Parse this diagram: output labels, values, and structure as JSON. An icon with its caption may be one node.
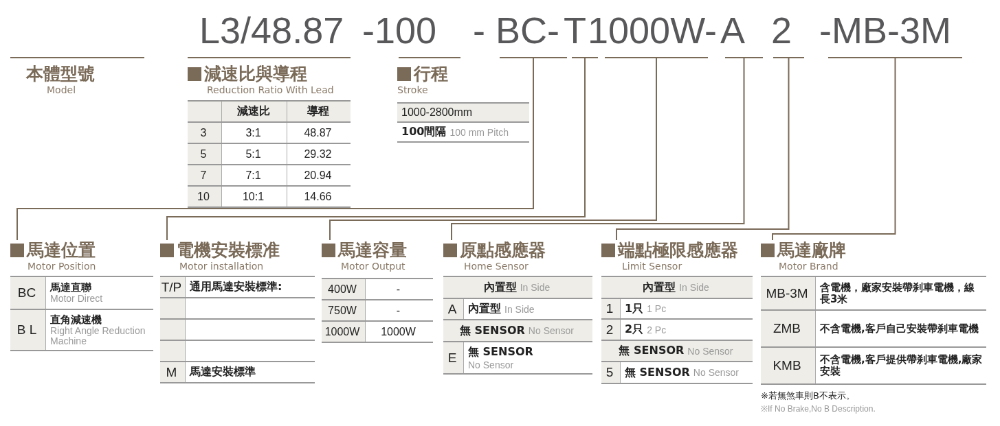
{
  "diagram": {
    "nodes": [
      {
        "text": [
          "L3/48.87"
        ]
      },
      {
        "text": [
          "-100"
        ]
      },
      {
        "text": [
          "- BC-"
        ]
      },
      {
        "text": [
          "T"
        ]
      },
      {
        "text": [
          "1000W-"
        ]
      },
      {
        "text": [
          "A"
        ]
      },
      {
        "text": [
          "2"
        ]
      },
      {
        "text": [
          "-MB-3M"
        ]
      },
      {
        "text": [
          "本體型號",
          "Model"
        ]
      },
      {
        "text": [
          "減速比與導程",
          "Reduction Ratio With Lead"
        ]
      },
      {
        "text": [
          "行程",
          "Stroke"
        ]
      },
      {
        "text": [
          "馬達位置",
          "Motor Position"
        ]
      },
      {
        "text": [
          "電機安裝標准",
          "Motor installation"
        ]
      },
      {
        "text": [
          "馬達容量",
          "Motor Output"
        ]
      },
      {
        "text": [
          "原點感應器",
          "Home Sensor"
        ]
      },
      {
        "text": [
          "端點極限感應器",
          "Limit Sensor"
        ]
      },
      {
        "text": [
          "馬達廠牌",
          "Motor Brand"
        ]
      }
    ],
    "edges": [
      {
        "from": 2,
        "to": 11,
        "arrow": "none"
      },
      {
        "from": 3,
        "to": 12,
        "arrow": "none"
      },
      {
        "from": 4,
        "to": 13,
        "arrow": "none"
      },
      {
        "from": 5,
        "to": 14,
        "arrow": "none"
      },
      {
        "from": 6,
        "to": 15,
        "arrow": "none"
      },
      {
        "from": 7,
        "to": 16,
        "arrow": "none"
      }
    ],
    "labels": [
      "減速比",
      "導程",
      "3",
      "3:1",
      "48.87",
      "5",
      "5:1",
      "29.32",
      "7",
      "7:1",
      "20.94",
      "10",
      "10:1",
      "14.66",
      "1000-2800mm",
      "100間隔",
      "100 mm Pitch",
      "BC",
      "馬達直聯",
      "Motor Direct",
      "B L",
      "直角減速機",
      "Right Angle Reduction Machine",
      "T/P",
      "通用馬達安裝標準:",
      "M",
      "馬達安裝標準",
      "400W",
      "-",
      "750W",
      "-",
      "1000W",
      "1000W",
      "內置型",
      "In Side",
      "A",
      "內置型",
      "In Side",
      "無 SENSOR",
      "No Sensor",
      "E",
      "無 SENSOR",
      "No Sensor",
      "內置型",
      "In Side",
      "1",
      "1只",
      "1 Pc",
      "2",
      "2只",
      "2 Pc",
      "無 SENSOR",
      "No Sensor",
      "5",
      "無 SENSOR",
      "No Sensor",
      "MB-3M",
      "含電機，廠家安裝帶刹車電機，線長3米",
      "ZMB",
      "不含電機,客戶自己安裝帶刹車電機",
      "KMB",
      "不含電機,客戶提供帶刹車電機,廠家安裝",
      "※若無煞車則B不表示。",
      "※If No Brake,No B Description."
    ]
  }
}
